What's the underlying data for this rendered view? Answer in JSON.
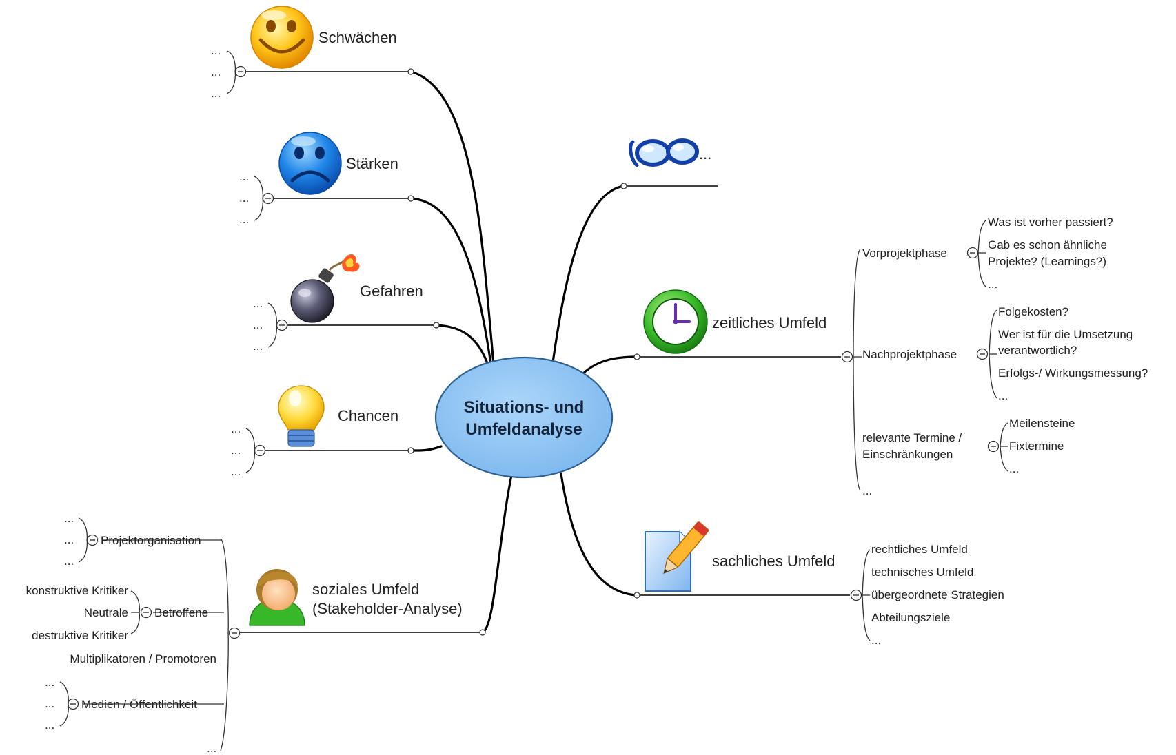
{
  "center": {
    "line1": "Situations- und",
    "line2": "Umfeldanalyse",
    "fill": "#8fc5f2"
  },
  "left_branches": {
    "schwaechen": {
      "label": "Schwächen",
      "icon": "smiley-happy-icon",
      "children": [
        "...",
        "...",
        "..."
      ]
    },
    "staerken": {
      "label": "Stärken",
      "icon": "smiley-sad-icon",
      "children": [
        "...",
        "...",
        "..."
      ]
    },
    "gefahren": {
      "label": "Gefahren",
      "icon": "bomb-icon",
      "children": [
        "...",
        "...",
        "..."
      ]
    },
    "chancen": {
      "label": "Chancen",
      "icon": "lightbulb-icon",
      "children": [
        "...",
        "...",
        "..."
      ]
    },
    "sozial": {
      "line1": "soziales Umfeld",
      "line2": "(Stakeholder-Analyse)",
      "icon": "person-icon",
      "projektorganisation": {
        "label": "Projektorganisation",
        "children": [
          "...",
          "...",
          "..."
        ]
      },
      "betroffene": {
        "label": "Betroffene",
        "children": [
          "konstruktive Kritiker",
          "Neutrale",
          "destruktive Kritiker"
        ]
      },
      "multiplikatoren": "Multiplikatoren / Promotoren",
      "medien": {
        "label": "Medien / Öffentlichkeit",
        "children": [
          "...",
          "...",
          "..."
        ]
      },
      "more": "..."
    }
  },
  "right_branches": {
    "glasses": {
      "label": "...",
      "icon": "glasses-icon"
    },
    "zeitlich": {
      "label": "zeitliches Umfeld",
      "icon": "clock-icon",
      "vorprojekt": {
        "label": "Vorprojektphase",
        "children": [
          "Was ist vorher passiert?",
          "Gab es schon ähnliche",
          "Projekte? (Learnings?)",
          "..."
        ]
      },
      "nachprojekt": {
        "label": "Nachprojektphase",
        "children": [
          "Folgekosten?",
          "Wer ist für die Umsetzung",
          "verantwortlich?",
          "Erfolgs-/ Wirkungsmessung?",
          "..."
        ]
      },
      "termine": {
        "line1": "relevante Termine /",
        "line2": "Einschränkungen",
        "children": [
          "Meilensteine",
          "Fixtermine",
          "..."
        ]
      },
      "more": "..."
    },
    "sachlich": {
      "label": "sachliches Umfeld",
      "icon": "document-pencil-icon",
      "children": [
        "rechtliches Umfeld",
        "technisches Umfeld",
        "übergeordnete Strategien",
        "Abteilungsziele",
        "..."
      ]
    }
  }
}
